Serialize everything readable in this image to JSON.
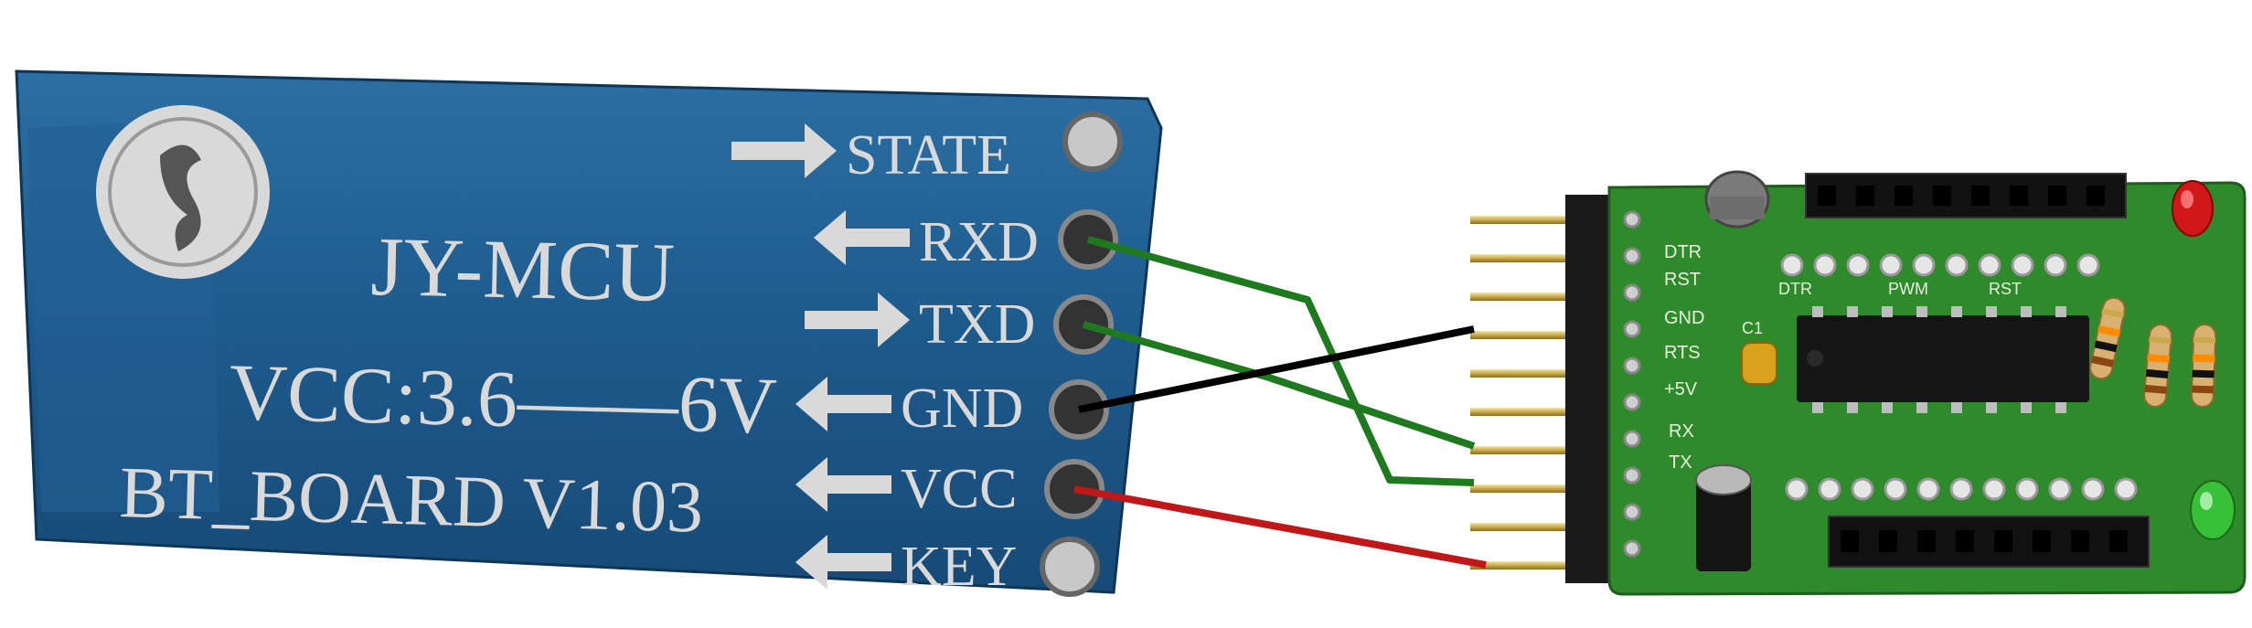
{
  "bt_board": {
    "brand": "JY-MCU",
    "voltage": "VCC:3.6——6V",
    "model": "BT_BOARD  V1.03",
    "pins": [
      "STATE",
      "RXD",
      "TXD",
      "GND",
      "VCC",
      "KEY"
    ]
  },
  "adapter_board": {
    "pin_labels": [
      "DTR",
      "RST",
      "GND",
      "RTS",
      "+5V",
      "RX",
      "TX"
    ],
    "header_labels": [
      "DTR",
      "PWM",
      "RST"
    ],
    "cap_label": "C1"
  },
  "colors": {
    "bt_pcb": "#1d5a8c",
    "adapter_pcb": "#2e8a2a",
    "wire_data": "#1f7a1f",
    "wire_ground": "#000000",
    "wire_power": "#c01818"
  }
}
